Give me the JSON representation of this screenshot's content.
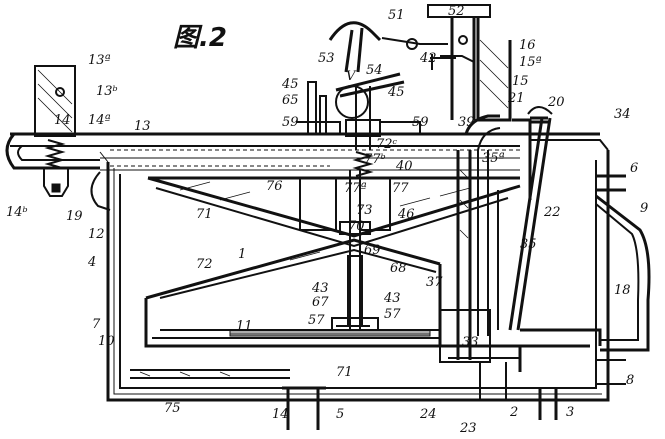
{
  "figure": {
    "title": "图.2"
  },
  "labels": [
    {
      "id": "51",
      "text": "51"
    },
    {
      "id": "52",
      "text": "52"
    },
    {
      "id": "16",
      "text": "16"
    },
    {
      "id": "15a",
      "text": "15ª"
    },
    {
      "id": "15",
      "text": "15"
    },
    {
      "id": "42",
      "text": "42"
    },
    {
      "id": "53",
      "text": "53"
    },
    {
      "id": "54",
      "text": "54"
    },
    {
      "id": "V",
      "text": "V"
    },
    {
      "id": "45a",
      "text": "45"
    },
    {
      "id": "45b",
      "text": "45"
    },
    {
      "id": "65",
      "text": "65"
    },
    {
      "id": "13a",
      "text": "13ª"
    },
    {
      "id": "13b",
      "text": "13ᵇ"
    },
    {
      "id": "14a",
      "text": "14ª"
    },
    {
      "id": "14",
      "text": "14"
    },
    {
      "id": "13",
      "text": "13"
    },
    {
      "id": "14b",
      "text": "14ᵇ"
    },
    {
      "id": "19",
      "text": "19"
    },
    {
      "id": "12",
      "text": "12"
    },
    {
      "id": "59a",
      "text": "59"
    },
    {
      "id": "59b",
      "text": "59"
    },
    {
      "id": "72c",
      "text": "72ᶜ"
    },
    {
      "id": "77b",
      "text": "77ᵇ"
    },
    {
      "id": "40",
      "text": "40"
    },
    {
      "id": "39",
      "text": "39"
    },
    {
      "id": "21",
      "text": "21"
    },
    {
      "id": "20",
      "text": "20"
    },
    {
      "id": "34",
      "text": "34"
    },
    {
      "id": "35a",
      "text": "35ª"
    },
    {
      "id": "6",
      "text": "6"
    },
    {
      "id": "77a",
      "text": "77ª"
    },
    {
      "id": "77",
      "text": "77"
    },
    {
      "id": "76",
      "text": "76"
    },
    {
      "id": "71a",
      "text": "71"
    },
    {
      "id": "46",
      "text": "46"
    },
    {
      "id": "73",
      "text": "73"
    },
    {
      "id": "70",
      "text": "70"
    },
    {
      "id": "22",
      "text": "22"
    },
    {
      "id": "9",
      "text": "9"
    },
    {
      "id": "35",
      "text": "35"
    },
    {
      "id": "4",
      "text": "4"
    },
    {
      "id": "72",
      "text": "72"
    },
    {
      "id": "1",
      "text": "1"
    },
    {
      "id": "69",
      "text": "69"
    },
    {
      "id": "68",
      "text": "68"
    },
    {
      "id": "37",
      "text": "37"
    },
    {
      "id": "18",
      "text": "18"
    },
    {
      "id": "43a",
      "text": "43"
    },
    {
      "id": "43b",
      "text": "43"
    },
    {
      "id": "67",
      "text": "67"
    },
    {
      "id": "7",
      "text": "7"
    },
    {
      "id": "11",
      "text": "11"
    },
    {
      "id": "57a",
      "text": "57"
    },
    {
      "id": "57b",
      "text": "57"
    },
    {
      "id": "10",
      "text": "10"
    },
    {
      "id": "33",
      "text": "33"
    },
    {
      "id": "71b",
      "text": "71"
    },
    {
      "id": "8",
      "text": "8"
    },
    {
      "id": "75",
      "text": "75"
    },
    {
      "id": "14c",
      "text": "14"
    },
    {
      "id": "5",
      "text": "5"
    },
    {
      "id": "24",
      "text": "24"
    },
    {
      "id": "23",
      "text": "23"
    },
    {
      "id": "2",
      "text": "2"
    },
    {
      "id": "3",
      "text": "3"
    }
  ]
}
